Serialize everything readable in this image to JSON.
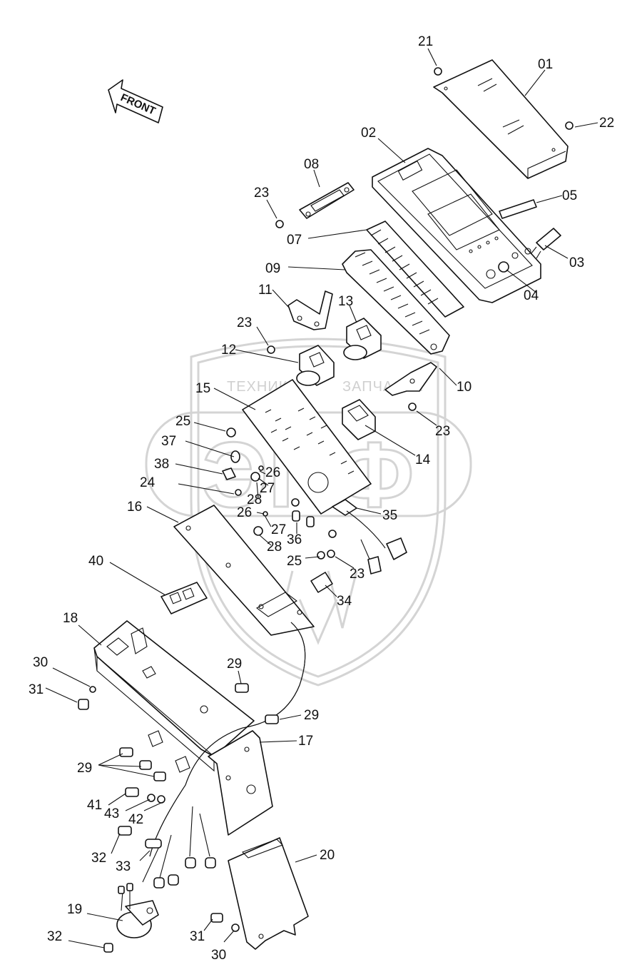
{
  "diagram": {
    "direction_label": "FRONT",
    "watermark": {
      "top_text": "ТЕХНИКА",
      "right_text": "ЗАПЧАСТИ",
      "logo_text": "ЭПФ"
    },
    "callouts": [
      {
        "id": "c01",
        "text": "01"
      },
      {
        "id": "c02",
        "text": "02"
      },
      {
        "id": "c03",
        "text": "03"
      },
      {
        "id": "c04",
        "text": "04"
      },
      {
        "id": "c05",
        "text": "05"
      },
      {
        "id": "c07",
        "text": "07"
      },
      {
        "id": "c08",
        "text": "08"
      },
      {
        "id": "c09",
        "text": "09"
      },
      {
        "id": "c10",
        "text": "10"
      },
      {
        "id": "c11",
        "text": "11"
      },
      {
        "id": "c12",
        "text": "12"
      },
      {
        "id": "c13",
        "text": "13"
      },
      {
        "id": "c14",
        "text": "14"
      },
      {
        "id": "c15",
        "text": "15"
      },
      {
        "id": "c16",
        "text": "16"
      },
      {
        "id": "c17",
        "text": "17"
      },
      {
        "id": "c18",
        "text": "18"
      },
      {
        "id": "c19",
        "text": "19"
      },
      {
        "id": "c20",
        "text": "20"
      },
      {
        "id": "c21",
        "text": "21"
      },
      {
        "id": "c22",
        "text": "22"
      },
      {
        "id": "c23a",
        "text": "23"
      },
      {
        "id": "c23b",
        "text": "23"
      },
      {
        "id": "c23c",
        "text": "23"
      },
      {
        "id": "c23d",
        "text": "23"
      },
      {
        "id": "c24",
        "text": "24"
      },
      {
        "id": "c25a",
        "text": "25"
      },
      {
        "id": "c25b",
        "text": "25"
      },
      {
        "id": "c26a",
        "text": "26"
      },
      {
        "id": "c26b",
        "text": "26"
      },
      {
        "id": "c27a",
        "text": "27"
      },
      {
        "id": "c27b",
        "text": "27"
      },
      {
        "id": "c28a",
        "text": "28"
      },
      {
        "id": "c28b",
        "text": "28"
      },
      {
        "id": "c29a",
        "text": "29"
      },
      {
        "id": "c29b",
        "text": "29"
      },
      {
        "id": "c29c",
        "text": "29"
      },
      {
        "id": "c30a",
        "text": "30"
      },
      {
        "id": "c30b",
        "text": "30"
      },
      {
        "id": "c31a",
        "text": "31"
      },
      {
        "id": "c31b",
        "text": "31"
      },
      {
        "id": "c32a",
        "text": "32"
      },
      {
        "id": "c32b",
        "text": "32"
      },
      {
        "id": "c33",
        "text": "33"
      },
      {
        "id": "c34",
        "text": "34"
      },
      {
        "id": "c35",
        "text": "35"
      },
      {
        "id": "c36",
        "text": "36"
      },
      {
        "id": "c37",
        "text": "37"
      },
      {
        "id": "c38",
        "text": "38"
      },
      {
        "id": "c40",
        "text": "40"
      },
      {
        "id": "c41",
        "text": "41"
      },
      {
        "id": "c42",
        "text": "42"
      },
      {
        "id": "c43",
        "text": "43"
      }
    ]
  }
}
